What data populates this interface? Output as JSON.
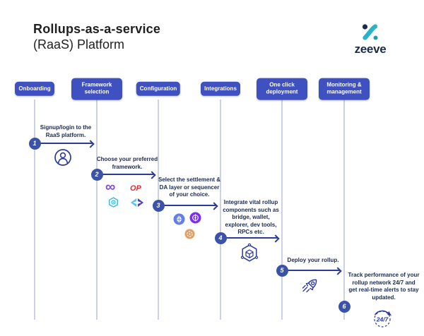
{
  "title": {
    "line1": "Rollups-as-a-service",
    "line2": "(RaaS) Platform"
  },
  "brand": {
    "name": "zeeve"
  },
  "stages": [
    {
      "label": "Onboarding"
    },
    {
      "label": "Framework selection"
    },
    {
      "label": "Configuration"
    },
    {
      "label": "Integrations"
    },
    {
      "label": "One click deployment"
    },
    {
      "label": "Monitoring & management"
    }
  ],
  "steps": [
    {
      "number": "1",
      "text": "Signup/login to the RaaS platform.",
      "icon": "user-avatar-icon"
    },
    {
      "number": "2",
      "text": "Choose your preferred framework.",
      "op_label": "OP",
      "icons": [
        "polygon-infinity-icon",
        "optimism-op-icon",
        "hexagon-swirl-icon",
        "zksync-arrows-icon"
      ]
    },
    {
      "number": "3",
      "text": "Select the settlement & DA layer or sequencer of your choice.",
      "icons": [
        "ethereum-badge",
        "purple-da-badge",
        "orange-da-badge"
      ]
    },
    {
      "number": "4",
      "text": "Integrate vital rollup components such as bridge, wallet, explorer, dev tools, RPCs etc.",
      "icon": "integration-cube-icon"
    },
    {
      "number": "5",
      "text": "Deploy your rollup.",
      "icon": "rocket-icon"
    },
    {
      "number": "6",
      "text": "Track performance of your rollup network 24/7 and get real-time alerts to stay updated.",
      "icon": "monitoring-247-icon",
      "icon_label": "24/7"
    }
  ],
  "colors": {
    "stage_box": "#3f51c1",
    "step_circle": "#3a53a8",
    "arrow": "#2c3b97",
    "timeline": "#ccd1e8",
    "note_text": "#1b2a52",
    "title_text": "#1f1f1f",
    "brand_navy": "#1c2b4a",
    "brand_teal": "#28b3c8",
    "polygon_purple": "#8247e5",
    "optimism_red": "#f0262c",
    "ethereum_blue": "#627eea",
    "da_purple": "#7c2bfa",
    "da_orange": "#df9f66",
    "zksync_light_blue": "#58c3f0",
    "zksync_indigo": "#4b3fc6"
  }
}
